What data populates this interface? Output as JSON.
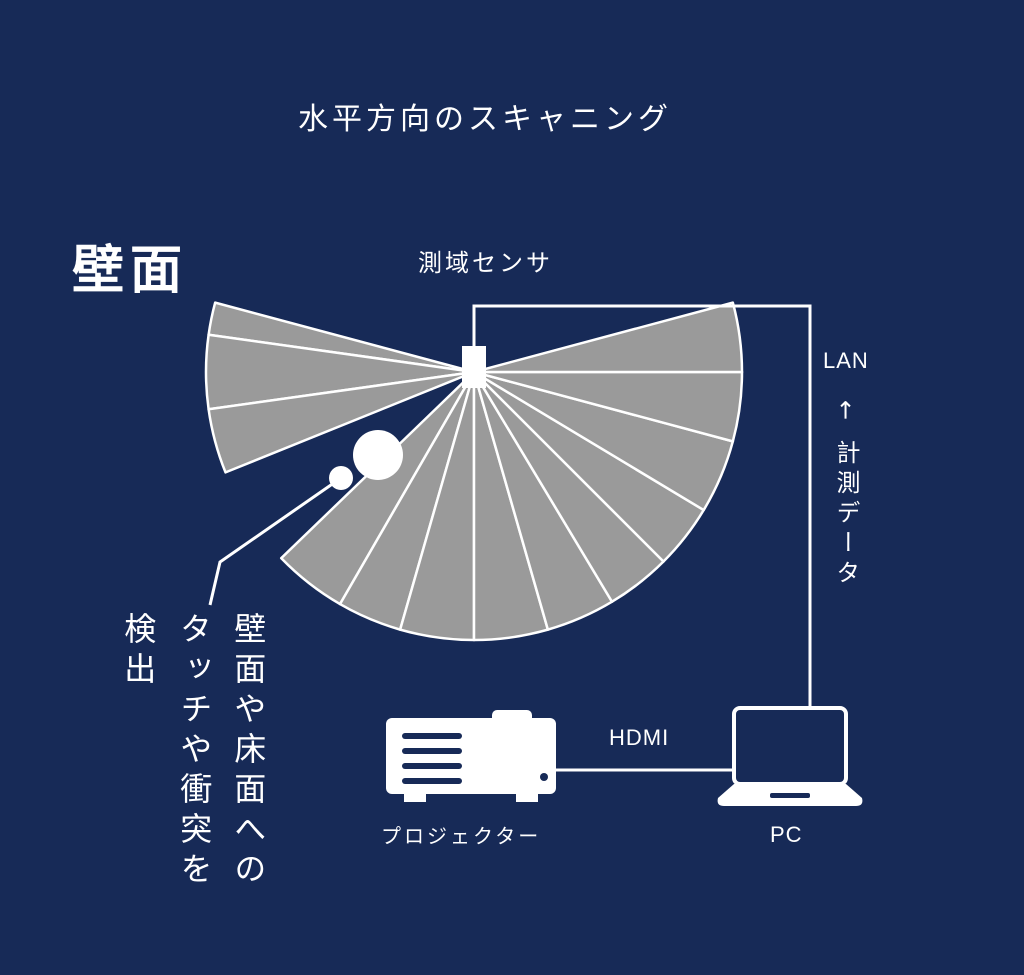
{
  "title": "水平方向のスキャニング",
  "section_label": "壁面",
  "sensor_label": "測域センサ",
  "lan_label": "LAN",
  "data_label": "← 計測データ",
  "hdmi_label": "HDMI",
  "projector_label": "プロジェクター",
  "pc_label": "PC",
  "detection_col1": "壁面や床面への",
  "detection_col2": "タッチや衝突を",
  "detection_col3": "検出",
  "colors": {
    "background": "#172a57",
    "fan_fill": "#9a9a9a",
    "line": "#ffffff"
  }
}
